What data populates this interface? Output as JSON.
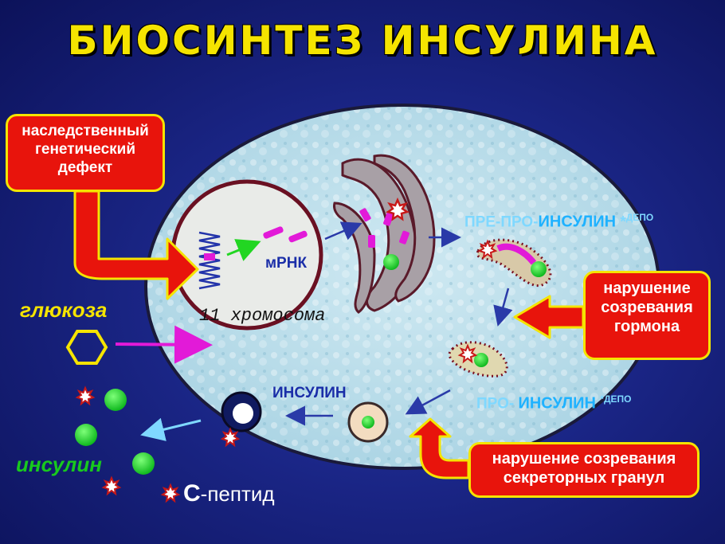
{
  "title": "БИОСИНТЕЗ ИНСУЛИНА",
  "defect_box": [
    "наследственный",
    "генетический",
    "дефект"
  ],
  "hormone_box": [
    "нарушение",
    "созревания",
    "гормона"
  ],
  "granules_box": [
    "нарушение созревания",
    "секреторных гранул"
  ],
  "mrna_label": "мРНК",
  "chromosome_label": "11 хромосома",
  "preproinsulin": {
    "prefix": "ПРЕ-ПРО-",
    "main": "ИНСУЛИН",
    "suffix": " *",
    "sup": "ДЕПО"
  },
  "proinsulin": {
    "prefix": "ПРО-",
    "main": "ИНСУЛИН",
    "sup": "*ДЕПО"
  },
  "insulin_mid_label": "ИНСУЛИН",
  "glucose_label": "глюкоза",
  "insulin_green_label": "инсулин",
  "cpeptide": {
    "letter": "С",
    "rest": "-пептид"
  },
  "colors": {
    "title": "#f5e400",
    "box_fill": "#e8140c",
    "box_border": "#f5e400",
    "cell": "#b6dbe8",
    "insulin_dot": "#18d32a",
    "peptide_star": "#c81818",
    "arrow": "#2a3aa8",
    "magenta": "#e21ad8"
  }
}
